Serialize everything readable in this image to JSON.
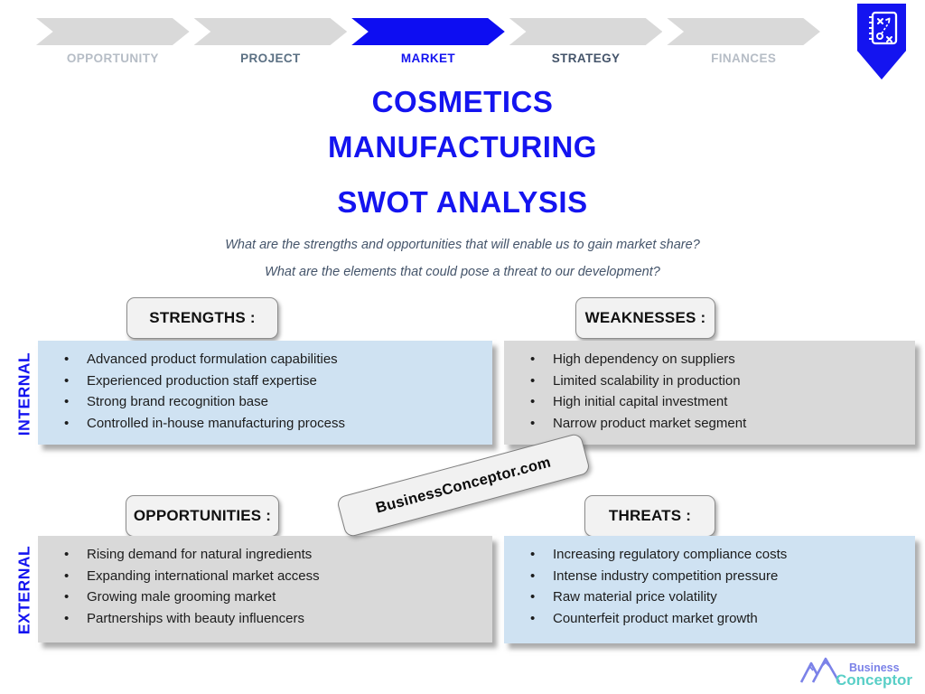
{
  "stepper": {
    "steps": [
      {
        "label": "OPPORTUNITY",
        "state": "inactive"
      },
      {
        "label": "PROJECT",
        "state": "inactive"
      },
      {
        "label": "MARKET",
        "state": "active"
      },
      {
        "label": "STRATEGY",
        "state": "inactive"
      },
      {
        "label": "FINANCES",
        "state": "inactive"
      }
    ]
  },
  "badge": {
    "icon": "strategy-playbook-icon"
  },
  "header": {
    "title_line1": "COSMETICS MANUFACTURING",
    "title_line2": "SWOT ANALYSIS",
    "question1": "What are the strengths and opportunities that will enable us to gain market share?",
    "question2": "What are the elements that could pose a threat to our development?"
  },
  "axis_labels": {
    "internal": "INTERNAL",
    "external": "EXTERNAL"
  },
  "swot": {
    "quadrants": [
      {
        "header": "STRENGTHS :",
        "panel_color": "#CFE2F2",
        "items": [
          "Advanced product formulation capabilities",
          "Experienced production staff expertise",
          "Strong brand recognition base",
          "Controlled in-house manufacturing process"
        ]
      },
      {
        "header": "WEAKNESSES :",
        "panel_color": "#D9D9D9",
        "items": [
          "High dependency on suppliers",
          "Limited scalability in production",
          "High initial capital investment",
          "Narrow product market segment"
        ]
      },
      {
        "header": "OPPORTUNITIES :",
        "panel_color": "#D9D9D9",
        "items": [
          "Rising demand for natural ingredients",
          "Expanding international market access",
          "Growing male grooming market",
          "Partnerships with beauty influencers"
        ]
      },
      {
        "header": "THREATS :",
        "panel_color": "#CFE2F2",
        "items": [
          "Increasing regulatory compliance costs",
          "Intense industry competition pressure",
          "Raw material price volatility",
          "Counterfeit product market growth"
        ]
      }
    ]
  },
  "watermark": {
    "text": "BusinessConceptor.com"
  },
  "logo": {
    "word1": "Business",
    "word2": "Conceptor"
  },
  "colors": {
    "accent_blue": "#1414F0",
    "arrow_active_blue": "#0D0DF2",
    "slate_text": "#44546A",
    "light_gray_text": "#B6BDC6",
    "arrow_gray": "#D9D9D9",
    "panel_blue": "#CFE2F2",
    "panel_gray": "#D9D9D9",
    "header_box_bg": "#F2F2F2",
    "logo_purple": "#7B82E8",
    "logo_teal": "#59CFC7"
  }
}
